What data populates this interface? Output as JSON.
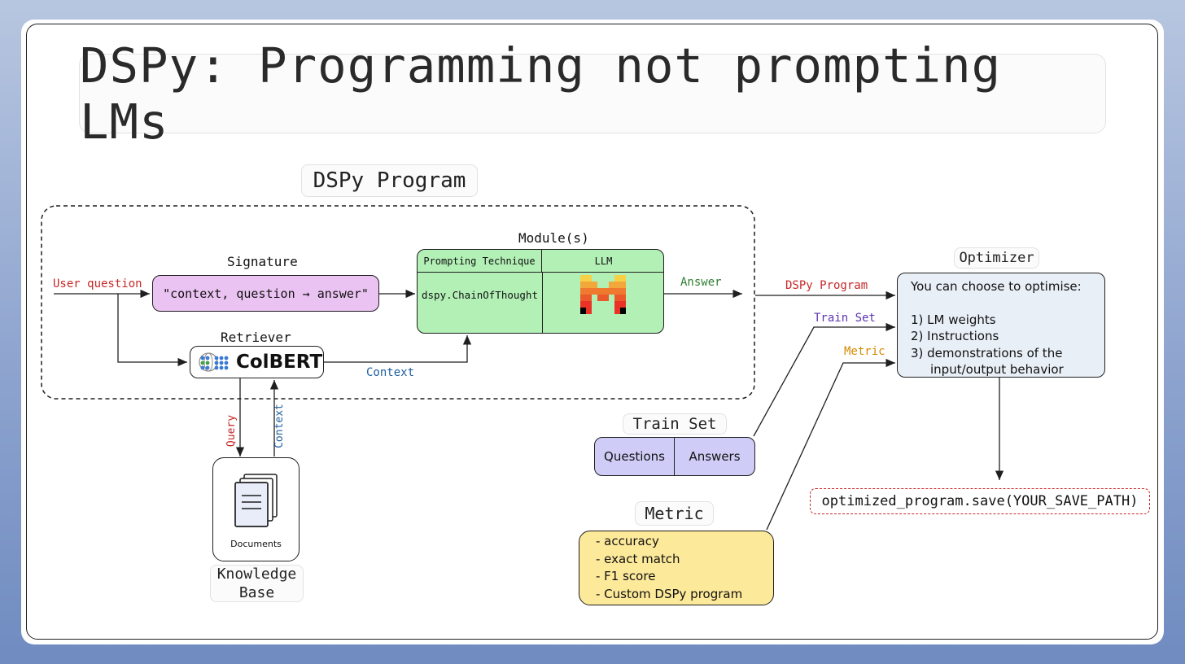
{
  "title": "DSPy: Programming not prompting LMs",
  "program_label": "DSPy Program",
  "user_question": "User question",
  "signature": {
    "label": "Signature",
    "text": "\"context, question → answer\""
  },
  "modules": {
    "label": "Module(s)",
    "col1_header": "Prompting Technique",
    "col2_header": "LLM",
    "technique": "dspy.ChainOfThought"
  },
  "answer_label": "Answer",
  "retriever": {
    "label": "Retriever",
    "name": "ColBERT"
  },
  "context_label": "Context",
  "query_label": "Query",
  "context_vertical": "Context",
  "documents_label": "Documents",
  "knowledge_base": {
    "line1": "Knowledge",
    "line2": "Base"
  },
  "optimizer": {
    "label": "Optimizer",
    "intro": "You can choose to optimise:",
    "items": [
      "1) LM weights",
      "2) Instructions",
      "3) demonstrations of the",
      "input/output behavior"
    ]
  },
  "arrow_labels": {
    "dspy_program": "DSPy Program",
    "train_set": "Train Set",
    "metric": "Metric"
  },
  "train_set": {
    "label": "Train Set",
    "col1": "Questions",
    "col2": "Answers"
  },
  "metric": {
    "label": "Metric",
    "items": [
      "- accuracy",
      "- exact match",
      "- F1 score",
      "- Custom DSPy program"
    ]
  },
  "save_code": "optimized_program.save(YOUR_SAVE_PATH)",
  "colors": {
    "signature_fill": "#ebc3f2",
    "module_fill": "#b3f0b6",
    "optimizer_fill": "#e9eff7",
    "train_fill": "#cfcdf7",
    "metric_fill": "#fde99a",
    "red": "#c62828",
    "green": "#2e7d32",
    "blue": "#1e5fa0",
    "purple": "#5e35b1",
    "orange": "#d48a00"
  },
  "icons": [
    "colbert-logo-icon",
    "mistral-logo-icon",
    "documents-icon"
  ]
}
